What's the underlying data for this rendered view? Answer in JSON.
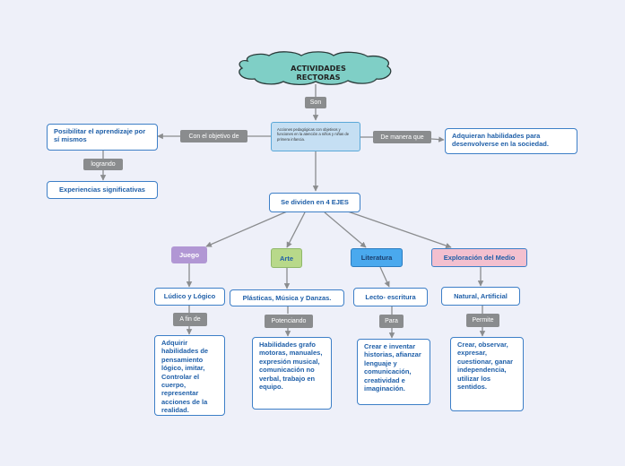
{
  "root": {
    "title": "ACTIVIDADES RECTORAS"
  },
  "connectors": {
    "son": "Son",
    "objetivo": "Con el objetivo de",
    "manera": "De manera que",
    "logrando": "logrando",
    "a_fin_de": "A fin de",
    "potenciando": "Potenciando",
    "para": "Para",
    "permite": "Permite"
  },
  "core": {
    "text": "Acciones pedagógicas con objetivos y funciones en la atención a niños y niñas de primera infancia."
  },
  "left": {
    "aprendizaje": "Posibilitar el aprendizaje por sí mismos",
    "experiencias": "Experiencias significativas"
  },
  "right": {
    "habilidades": "Adquieran habilidades para desenvolverse en la  sociedad."
  },
  "ejes": {
    "title": "Se dividen en 4 EJES"
  },
  "categories": {
    "juego": "Juego",
    "arte": "Arte",
    "literatura": "Literatura",
    "exploracion": "Exploración del Medio"
  },
  "sub": {
    "juego": "Lúdico y Lógico",
    "arte": "Plásticas, Música y Danzas.",
    "literatura": "Lecto- escritura",
    "exploracion": "Natural, Artificial"
  },
  "detail": {
    "juego": "Adquirir habilidades de pensamiento lógico, imitar, Controlar el cuerpo, representar acciones de la realidad.",
    "arte": "Habilidades grafo motoras, manuales, expresión musical, comunicación no verbal, trabajo en equipo.",
    "literatura": "Crear e inventar historias, afianzar lenguaje y comunicación, creatividad e imaginación.",
    "exploracion": "Crear, observar, expresar, cuestionar, ganar independencia, utilizar los sentidos."
  },
  "colors": {
    "background": "#eef0f9",
    "cloud": "#7fcfc6",
    "line": "#8a8c8e",
    "box_border": "#3d7fc7",
    "text_blue": "#1f5fa8",
    "juego": "#b197d4",
    "arte": "#b8d98a",
    "literatura": "#4aa9ee",
    "exploracion": "#f3c0cf"
  }
}
